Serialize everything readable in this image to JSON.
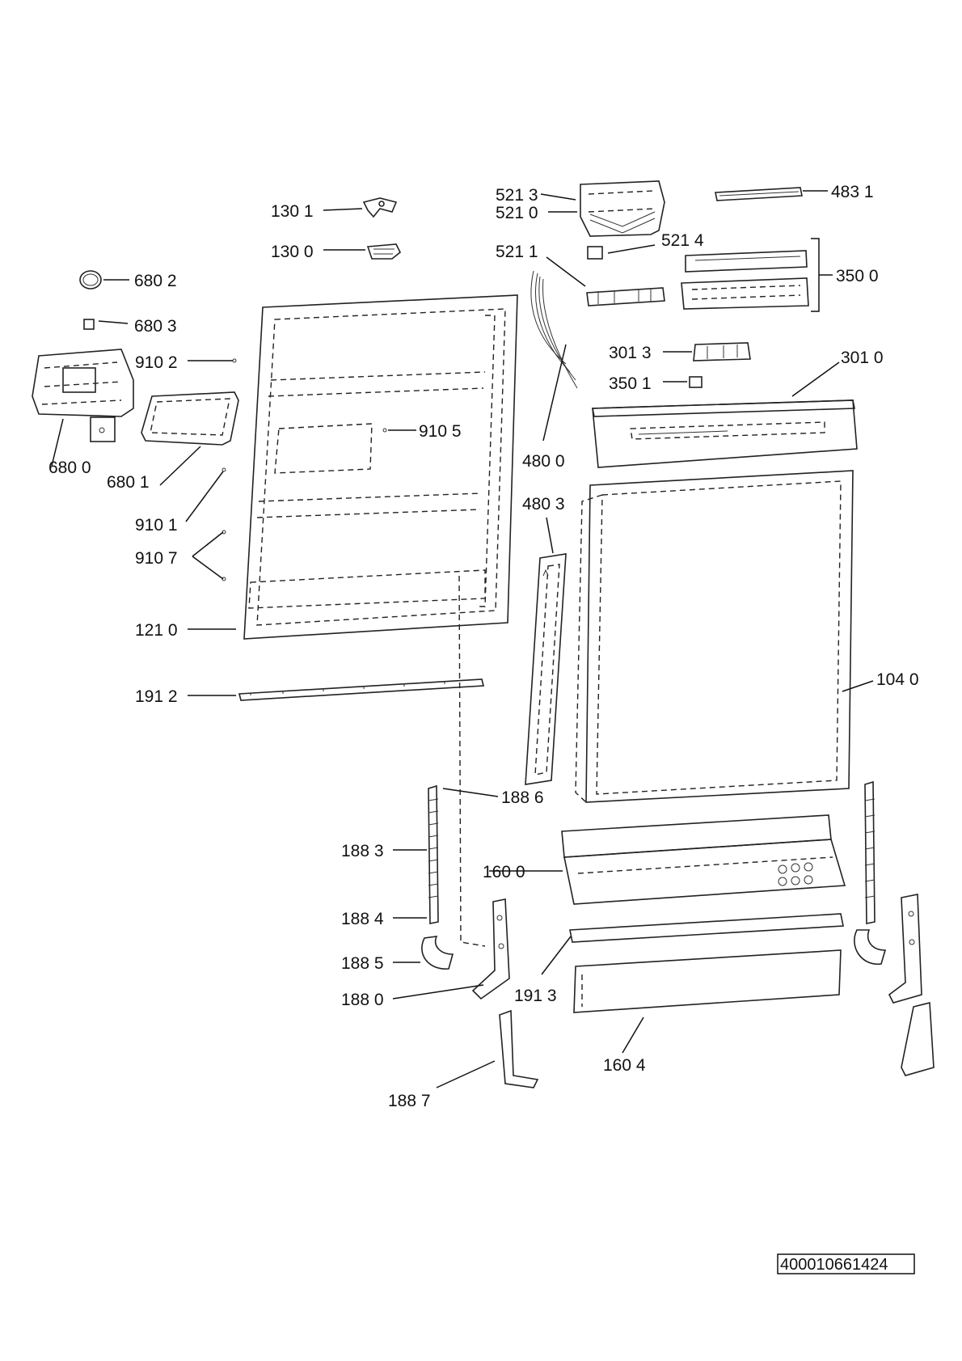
{
  "labels": {
    "l1301": "130 1",
    "l1300": "130 0",
    "l5213": "521 3",
    "l5210": "521 0",
    "l4831": "483 1",
    "l5214": "521 4",
    "l5211": "521 1",
    "l3500": "350 0",
    "l6802": "680 2",
    "l6803": "680 3",
    "l9102": "910 2",
    "l3013": "301 3",
    "l3010": "301 0",
    "l3501": "350 1",
    "l9105": "910 5",
    "l4800": "480 0",
    "l6800": "680 0",
    "l6801": "680 1",
    "l9101": "910 1",
    "l4803": "480 3",
    "l9107": "910 7",
    "l1210": "121 0",
    "l1912": "191 2",
    "l1040": "104 0",
    "l1886": "188 6",
    "l1883": "188 3",
    "l1600": "160 0",
    "l1884": "188 4",
    "l1885": "188 5",
    "l1913": "191 3",
    "l1880": "188 0",
    "l1604": "160 4",
    "l1887": "188 7"
  },
  "drawing_code": "400010661424"
}
